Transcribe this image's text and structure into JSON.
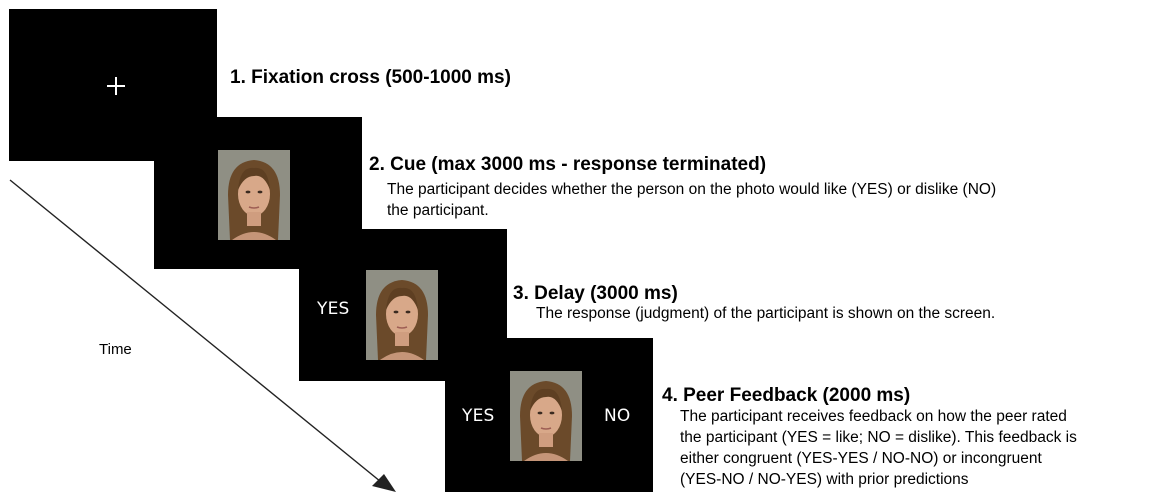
{
  "steps": [
    {
      "title": "1. Fixation cross (500-1000 ms)",
      "description": []
    },
    {
      "title": "2. Cue (max 3000 ms - response terminated)",
      "description": [
        "The participant decides whether the person on the photo would like (YES) or dislike (NO)",
        "the participant."
      ]
    },
    {
      "title": "3. Delay (3000 ms)",
      "description": [
        "The response (judgment) of the participant is shown on the screen."
      ]
    },
    {
      "title": "4. Peer Feedback (2000 ms)",
      "description": [
        "The participant receives feedback on how the peer rated",
        "the participant (YES = like; NO = dislike). This feedback is",
        "either congruent (YES-YES / NO-NO) or incongruent",
        "(YES-NO / NO-YES) with prior predictions"
      ]
    }
  ],
  "screens": {
    "delay_response": "YES",
    "feedback_participant": "YES",
    "feedback_peer": "NO"
  },
  "time_label": "Time",
  "colors": {
    "screen": "#000000",
    "text_on_screen": "#ffffff",
    "background": "#ffffff"
  }
}
